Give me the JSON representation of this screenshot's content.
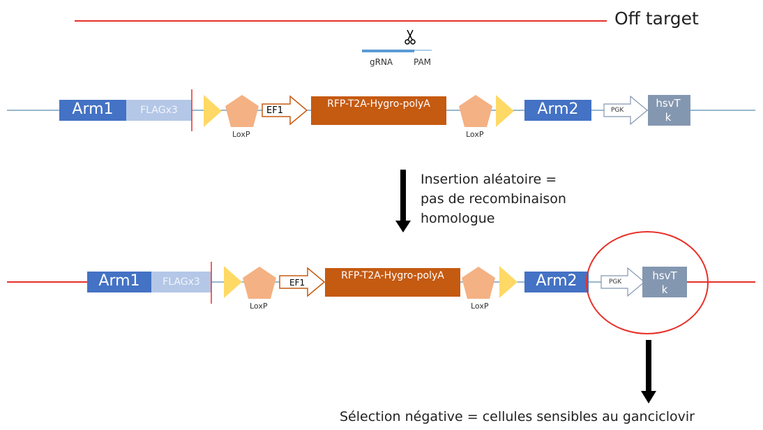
{
  "header": {
    "off_target_label": "Off target"
  },
  "guide": {
    "grna_label": "gRNA",
    "pam_label": "PAM"
  },
  "construct_top": {
    "arm1": "Arm1",
    "flag": "FLAGx3",
    "loxp_left": "LoxP",
    "ef1": "EF1",
    "cassette": "RFP-T2A-Hygro-polyA",
    "loxp_right": "LoxP",
    "arm2": "Arm2",
    "pgk": "PGK",
    "hsvtk": "hsvTk"
  },
  "arrow1_text": [
    "Insertion aléatoire =",
    "pas de recombinaison",
    "homologue"
  ],
  "construct_bottom": {
    "arm1": "Arm1",
    "flag": "FLAGx3",
    "loxp_left": "LoxP",
    "ef1": "EF1",
    "cassette": "RFP-T2A-Hygro-polyA",
    "loxp_right": "LoxP",
    "arm2": "Arm2",
    "pgk": "PGK",
    "hsvtk": "hsvTk"
  },
  "conclusion": "Sélection négative = cellules sensibles au ganciclovir",
  "colors": {
    "red_line": "#e8302a",
    "blue_line": "#2f6f9f",
    "arm": "#4472c4",
    "flag": "#b4c7e7",
    "orange": "#c55a11",
    "pentagon": "#f4b183",
    "triangle": "#ffd966",
    "hsvtk": "#8497b0",
    "grna": "#5b9bd5"
  }
}
